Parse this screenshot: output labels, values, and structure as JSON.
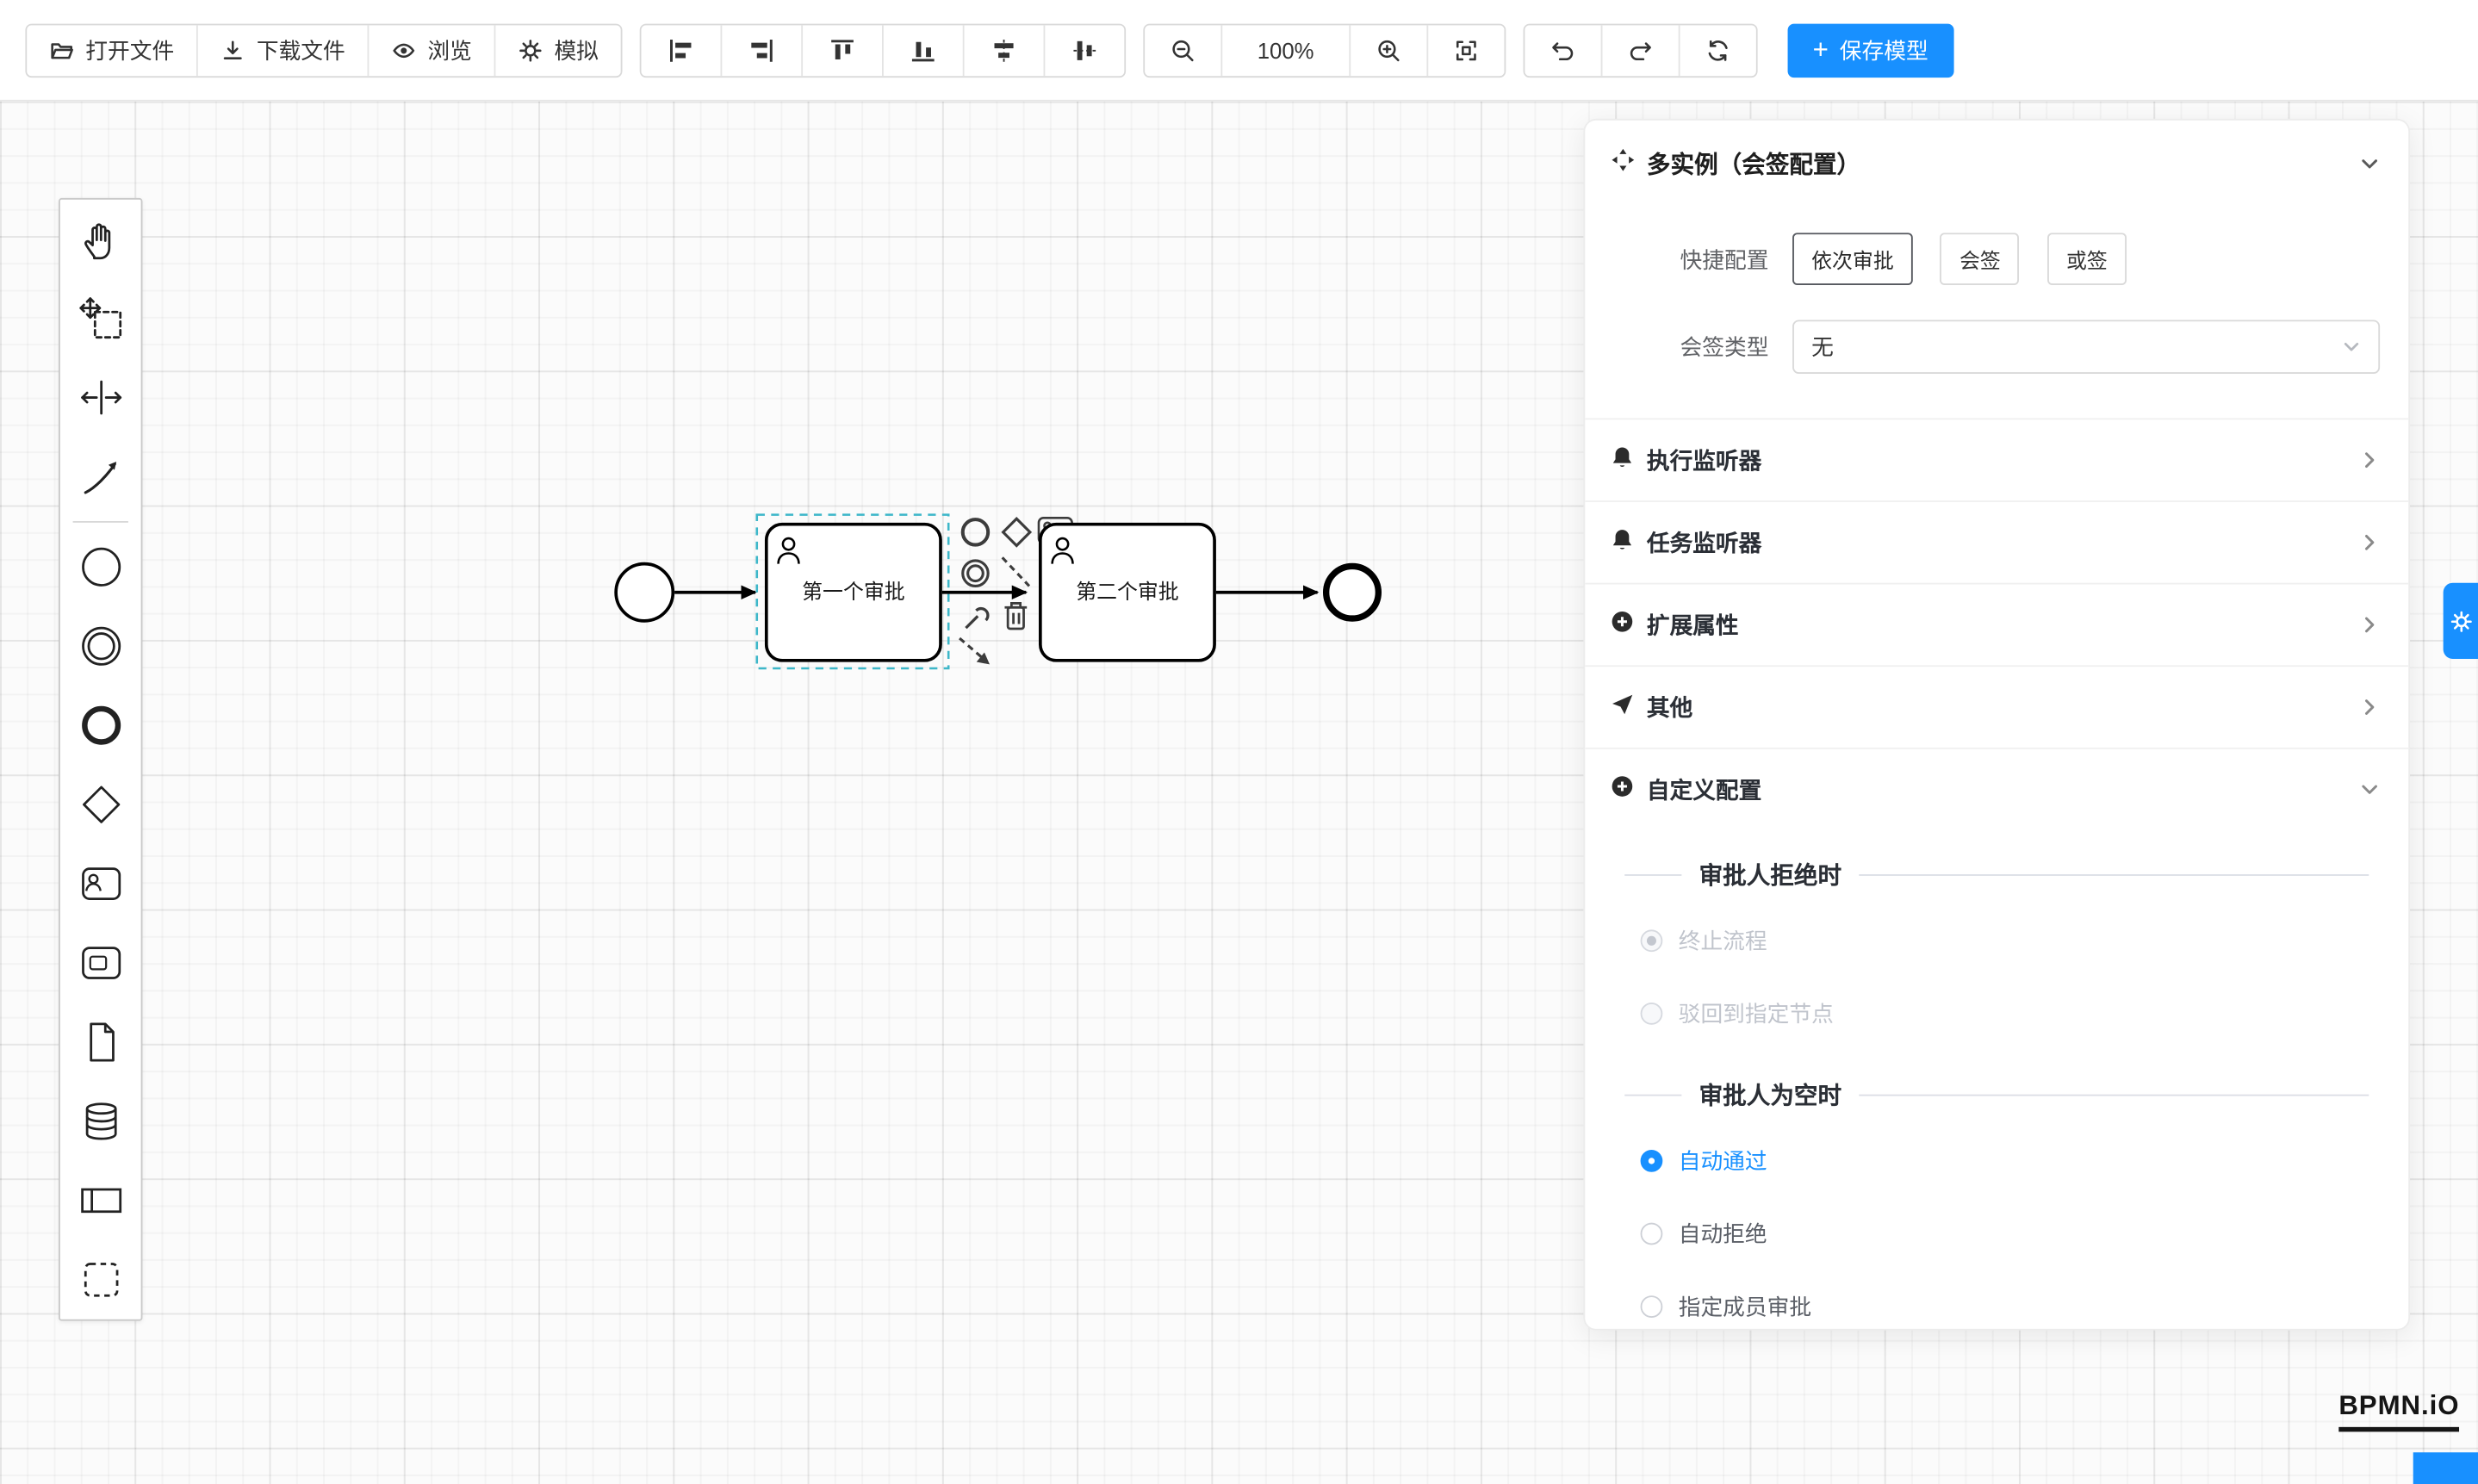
{
  "colors": {
    "accent": "#1890ff",
    "selection": "#3db7c9"
  },
  "toolbar": {
    "open_file": "打开文件",
    "download_file": "下载文件",
    "preview": "浏览",
    "simulate": "模拟",
    "zoom_level": "100%",
    "save_plus": "+",
    "save_label": "保存模型"
  },
  "icons": {
    "open-file": "folder-open",
    "download-file": "arrow-down-to-line",
    "preview": "eye",
    "simulate": "gear",
    "align-group": [
      "align-left",
      "align-right",
      "align-top",
      "align-bottom",
      "align-center-horizontal",
      "align-center-vertical"
    ],
    "zoom-out": "magnifier-minus",
    "zoom-in": "magnifier-plus",
    "fit-view": "corner-brackets",
    "undo": "arrow-curve-left",
    "redo": "arrow-curve-right",
    "refresh": "sync-arrows",
    "listener": "bell",
    "extension": "plus-circle",
    "other": "paper-plane",
    "multi-instance": "four-petals",
    "settings-tab": "gear"
  },
  "panel": {
    "title": "多实例（会签配置）",
    "quick_label": "快捷配置",
    "quick_options": [
      {
        "label": "依次审批",
        "active": true
      },
      {
        "label": "会签",
        "active": false
      },
      {
        "label": "或签",
        "active": false
      }
    ],
    "sign_type_label": "会签类型",
    "sign_type_value": "无",
    "sections": [
      {
        "label": "执行监听器",
        "expanded": false
      },
      {
        "label": "任务监听器",
        "expanded": false
      },
      {
        "label": "扩展属性",
        "expanded": false
      },
      {
        "label": "其他",
        "expanded": false
      },
      {
        "label": "自定义配置",
        "expanded": true
      }
    ],
    "custom": {
      "reject_title": "审批人拒绝时",
      "reject_options": [
        {
          "label": "终止流程",
          "checked": true,
          "disabled": true
        },
        {
          "label": "驳回到指定节点",
          "checked": false,
          "disabled": true
        }
      ],
      "empty_title": "审批人为空时",
      "empty_options": [
        {
          "label": "自动通过",
          "checked": true
        },
        {
          "label": "自动拒绝",
          "checked": false
        },
        {
          "label": "指定成员审批",
          "checked": false
        }
      ]
    }
  },
  "diagram": {
    "task1_label": "第一个审批",
    "task2_label": "第二个审批"
  },
  "logo": {
    "text": "BPMN.iO"
  }
}
